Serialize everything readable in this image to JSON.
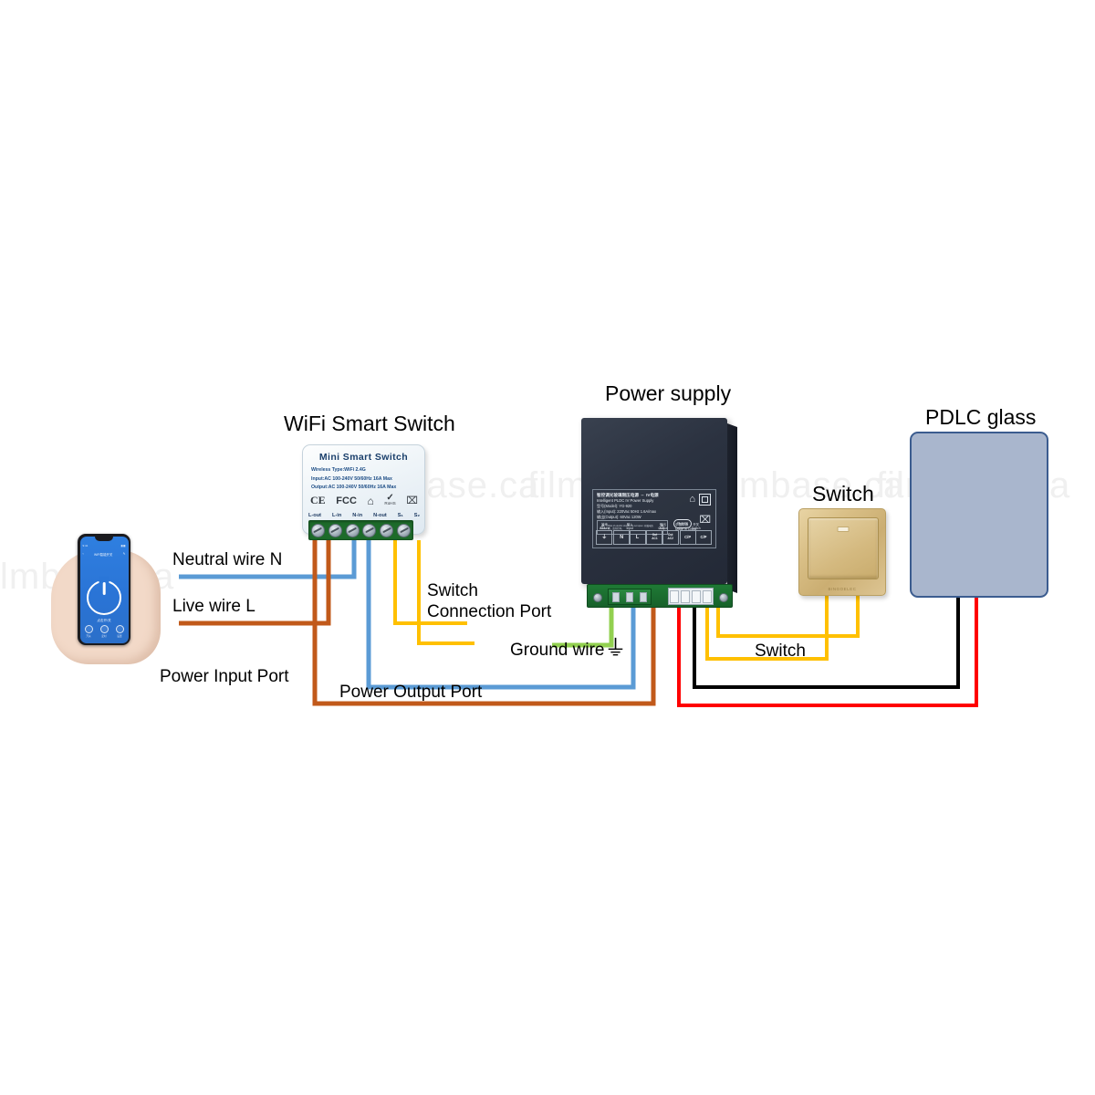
{
  "watermark": {
    "text": "filmbase.ca"
  },
  "titles": {
    "wifi_smart_switch": "WiFi Smart Switch",
    "power_supply": "Power supply",
    "switch": "Switch",
    "pdlc_glass": "PDLC glass"
  },
  "wire_labels": {
    "neutral": "Neutral wire N",
    "live": "Live wire L",
    "power_input_port": "Power Input Port",
    "power_output_port": "Power Output Port",
    "switch_connection_port_line1": "Switch",
    "switch_connection_port_line2": "Connection Port",
    "ground_wire": "Ground wire",
    "ground_symbol": "⏚",
    "switch_mid": "Switch"
  },
  "smart_switch": {
    "brand": "Mini Smart Switch",
    "spec_lines": [
      "Wireless Type:WiFi 2.4G",
      "Input:AC 100-240V 50/60Hz 16A Max",
      "Output:AC 100-240V 50/60Hz 16A Max"
    ],
    "certs": {
      "ce": "CE",
      "fcc": "FCC",
      "house": "⌂",
      "rohs_check": "✓",
      "rohs": "RoHS",
      "bin": "⌧"
    },
    "terminals": [
      "L-out",
      "L-in",
      "N-in",
      "N-out",
      "S₁",
      "S₂"
    ]
  },
  "power_supply": {
    "label_cn_title": "智控调光玻璃限压电源",
    "label_cn_suffix": "IV电源",
    "label_en_title": "Intelligent PLDC IV Power Supply",
    "model_line": "型号(Model): YG-920",
    "input_line": "输入(Input): 220Vac 50Hz 1.6A/max",
    "output_line": "输出(Output): 60Vac  120W",
    "warning_title": "CAUTION 注意",
    "warning_text": "Risk of electric shock. Do not open. 有触电危险，请勿打开。",
    "made_in_cn": "中国制造",
    "made_in_en": "Made in China",
    "rohs": "RoHS",
    "bin": "⌧",
    "house": "⌂",
    "groups": {
      "ground_cn": "接地",
      "ground_en": "Ground",
      "input_cn": "输入",
      "input_en": "Input",
      "output_cn": "输出",
      "output_en": "Output",
      "switch_cn": "开关",
      "switch_en": "Switch"
    },
    "terminals": {
      "ground": "⏚",
      "n": "N",
      "l": "L",
      "out_ac1_top": "Out",
      "out_ac1_bot": "AC1",
      "out_ac2_top": "Out",
      "out_ac2_bot": "AC2",
      "sw1": "C/P",
      "sw2": "C/P"
    }
  },
  "wall_switch": {
    "brand": "BINGOELEC"
  },
  "phone": {
    "status_left": "9:41",
    "status_right": "▮▮▮",
    "nav_back": "‹",
    "nav_title": "WiFi智能开关",
    "nav_edit": "✎",
    "power_caption": "点击开/关",
    "tabs": [
      {
        "label": "开关"
      },
      {
        "label": "定时"
      },
      {
        "label": "设置"
      }
    ]
  },
  "colors": {
    "neutral_blue": "#5b9bd5",
    "live_brown": "#c1591a",
    "switch_yellow": "#ffc000",
    "ground_green": "#92d050",
    "output_red": "#ff0000",
    "output_black": "#000000",
    "pdlc_fill": "#a9b6cd",
    "pdlc_border": "#3b5c8f"
  }
}
